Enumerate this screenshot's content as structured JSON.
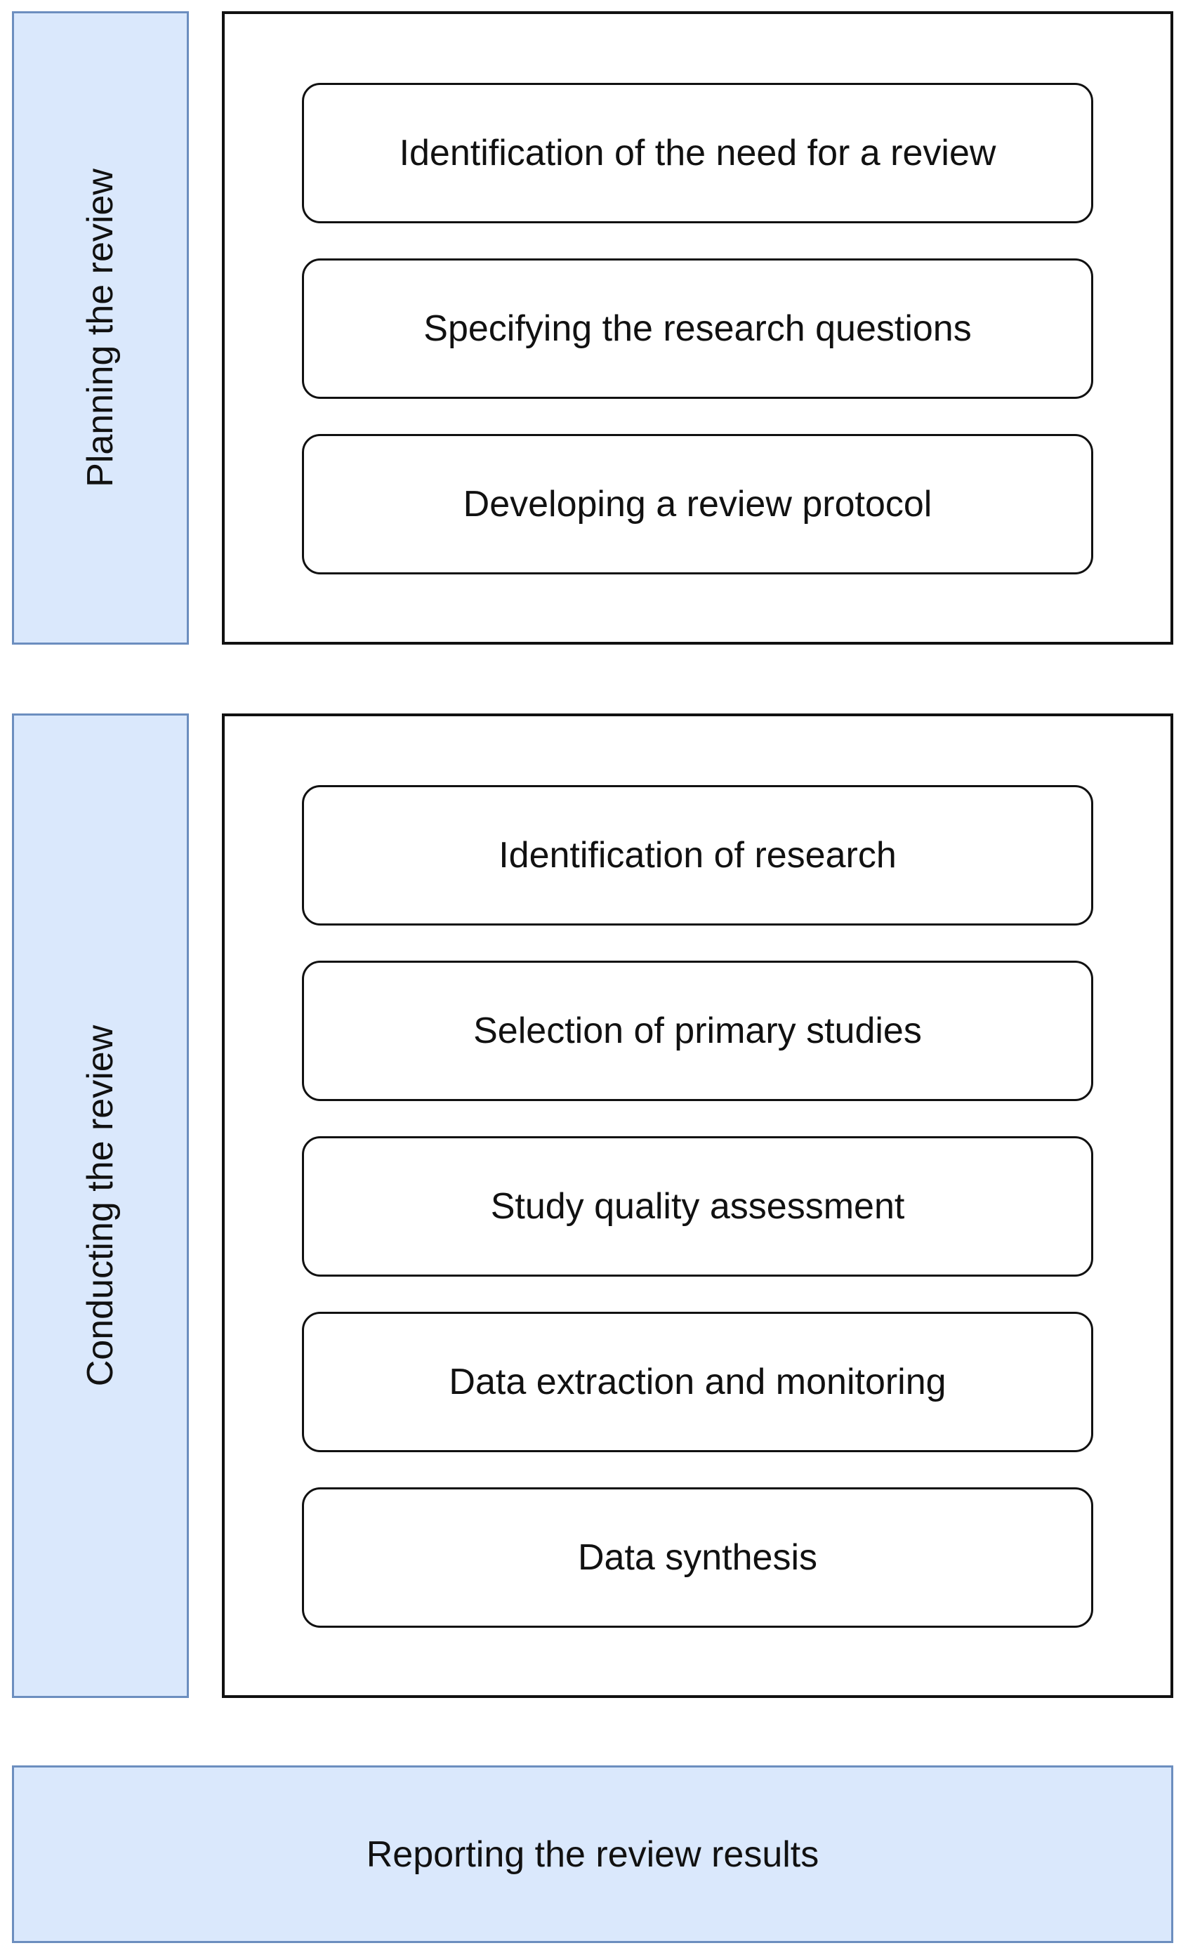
{
  "planning": {
    "label": "Planning the review",
    "steps": [
      "Identification of the need for a review",
      "Specifying the research questions",
      "Developing a review protocol"
    ]
  },
  "conducting": {
    "label": "Conducting the review",
    "steps": [
      "Identification of research",
      "Selection of primary studies",
      "Study quality assessment",
      "Data extraction and monitoring",
      "Data synthesis"
    ]
  },
  "reporting": {
    "label": "Reporting the review results"
  },
  "colors": {
    "phase_fill": "#dae8fc",
    "phase_border": "#6c8ebf",
    "box_border": "#111111"
  }
}
